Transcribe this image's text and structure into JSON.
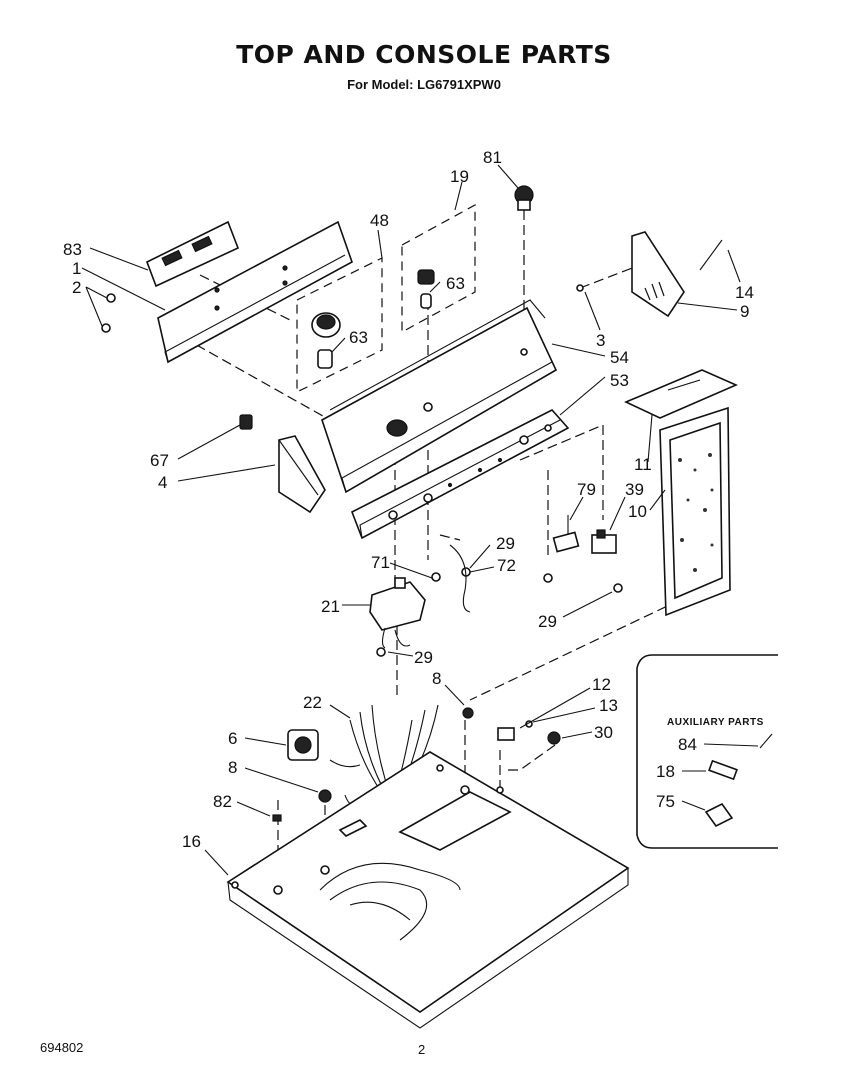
{
  "header": {
    "title": "TOP AND CONSOLE PARTS",
    "subtitle": "For Model: LG6791XPW0"
  },
  "footer": {
    "doc_number": "694802",
    "page_number": "2"
  },
  "auxiliary": {
    "title": "AUXILIARY PARTS"
  },
  "callouts": [
    "83",
    "1",
    "2",
    "48",
    "19",
    "81",
    "63",
    "63",
    "14",
    "9",
    "3",
    "54",
    "53",
    "67",
    "4",
    "11",
    "10",
    "79",
    "39",
    "29",
    "72",
    "71",
    "21",
    "29",
    "29",
    "8",
    "12",
    "13",
    "30",
    "22",
    "6",
    "8",
    "82",
    "16",
    "84",
    "18",
    "75"
  ]
}
